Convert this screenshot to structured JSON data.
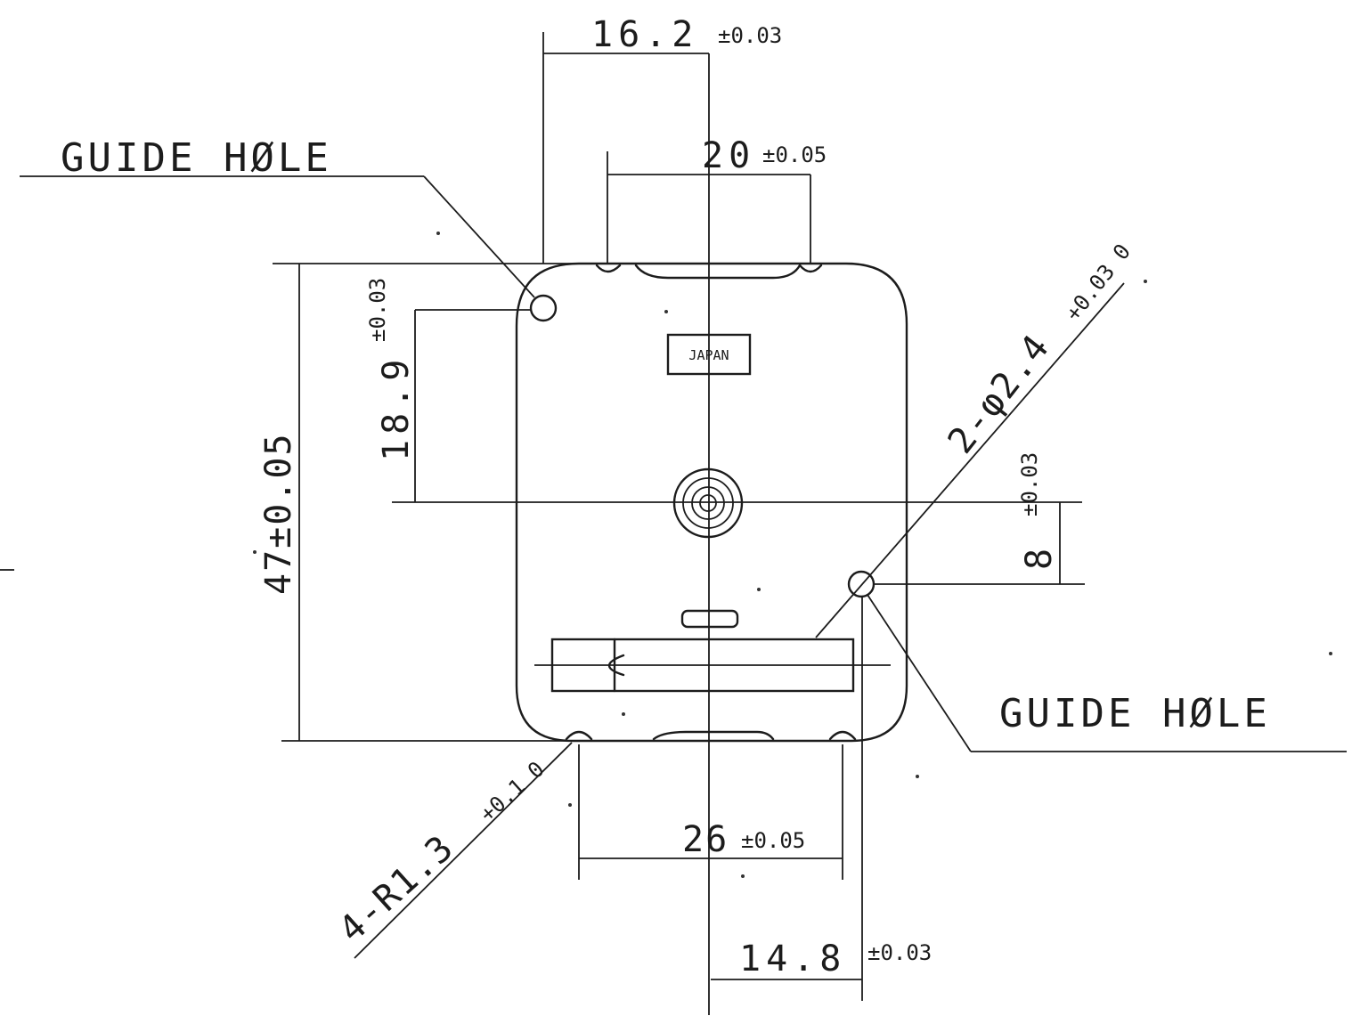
{
  "labels": {
    "guide_hole_top": "GUIDE HØLE",
    "guide_hole_bottom": "GUIDE HØLE",
    "japan_mark": "JAPAN"
  },
  "dimensions": {
    "d1": {
      "value": "16.2",
      "tol": "±0.03"
    },
    "d2": {
      "value": "20",
      "tol": "±0.05"
    },
    "d3": {
      "value": "18.9",
      "tol": "±0.03"
    },
    "d4": {
      "value": "47±0.05"
    },
    "d5": {
      "value": "2-φ2.4",
      "tol": "+0.03 0"
    },
    "d6": {
      "value": "8",
      "tol": "±0.03"
    },
    "d7": {
      "value": "26",
      "tol": "±0.05"
    },
    "d8": {
      "value": "4-R1.3",
      "tol": "+0.1 0"
    },
    "d9": {
      "value": "14.8",
      "tol": "±0.03"
    }
  }
}
